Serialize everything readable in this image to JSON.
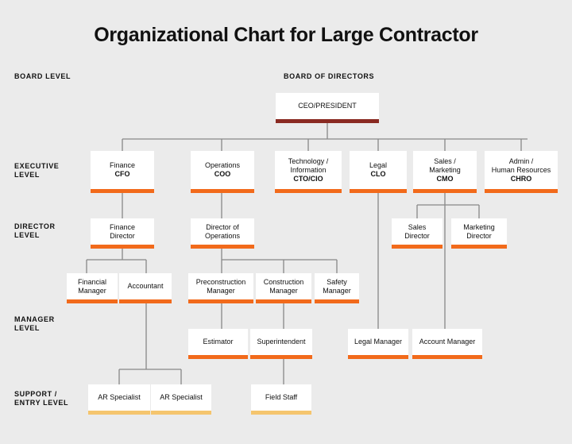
{
  "title": "Organizational Chart for Large Contractor",
  "levels": {
    "board": "BOARD LEVEL",
    "executive_1": "EXECUTIVE",
    "executive_2": "LEVEL",
    "director_1": "DIRECTOR",
    "director_2": "LEVEL",
    "manager_1": "MANAGER",
    "manager_2": "LEVEL",
    "support_1": "SUPPORT /",
    "support_2": "ENTRY LEVEL"
  },
  "board_label": "BOARD OF DIRECTORS",
  "ceo": "CEO/PRESIDENT",
  "executives": {
    "finance": {
      "line1": "Finance",
      "abbr": "CFO"
    },
    "operations": {
      "line1": "Operations",
      "abbr": "COO"
    },
    "technology": {
      "line1": "Technology /",
      "line2": "Information",
      "abbr": "CTO/CIO"
    },
    "legal": {
      "line1": "Legal",
      "abbr": "CLO"
    },
    "sales": {
      "line1": "Sales /",
      "line2": "Marketing",
      "abbr": "CMO"
    },
    "admin": {
      "line1": "Admin /",
      "line2": "Human Resources",
      "abbr": "CHRO"
    }
  },
  "directors": {
    "finance": {
      "line1": "Finance",
      "line2": "Director"
    },
    "operations": {
      "line1": "Director of",
      "line2": "Operations"
    },
    "sales": {
      "line1": "Sales",
      "line2": "Director"
    },
    "marketing": {
      "line1": "Marketing",
      "line2": "Director"
    }
  },
  "managers": {
    "financial": {
      "line1": "Financial",
      "line2": "Manager"
    },
    "accountant": {
      "line1": "Accountant"
    },
    "preconstruction": {
      "line1": "Preconstruction",
      "line2": "Manager"
    },
    "construction": {
      "line1": "Construction",
      "line2": "Manager"
    },
    "safety": {
      "line1": "Safety",
      "line2": "Manager"
    },
    "estimator": "Estimator",
    "superintendent": "Superintendent",
    "legal": "Legal Manager",
    "account": "Account Manager"
  },
  "support": {
    "ar1": "AR Specialist",
    "ar2": "AR Specialist",
    "field": "Field Staff"
  },
  "colors": {
    "background": "#ebebeb",
    "executive_bar": "#f26a1b",
    "ceo_bar": "#8a2a22",
    "support_bar": "#f5c56e",
    "connector": "#888888"
  }
}
